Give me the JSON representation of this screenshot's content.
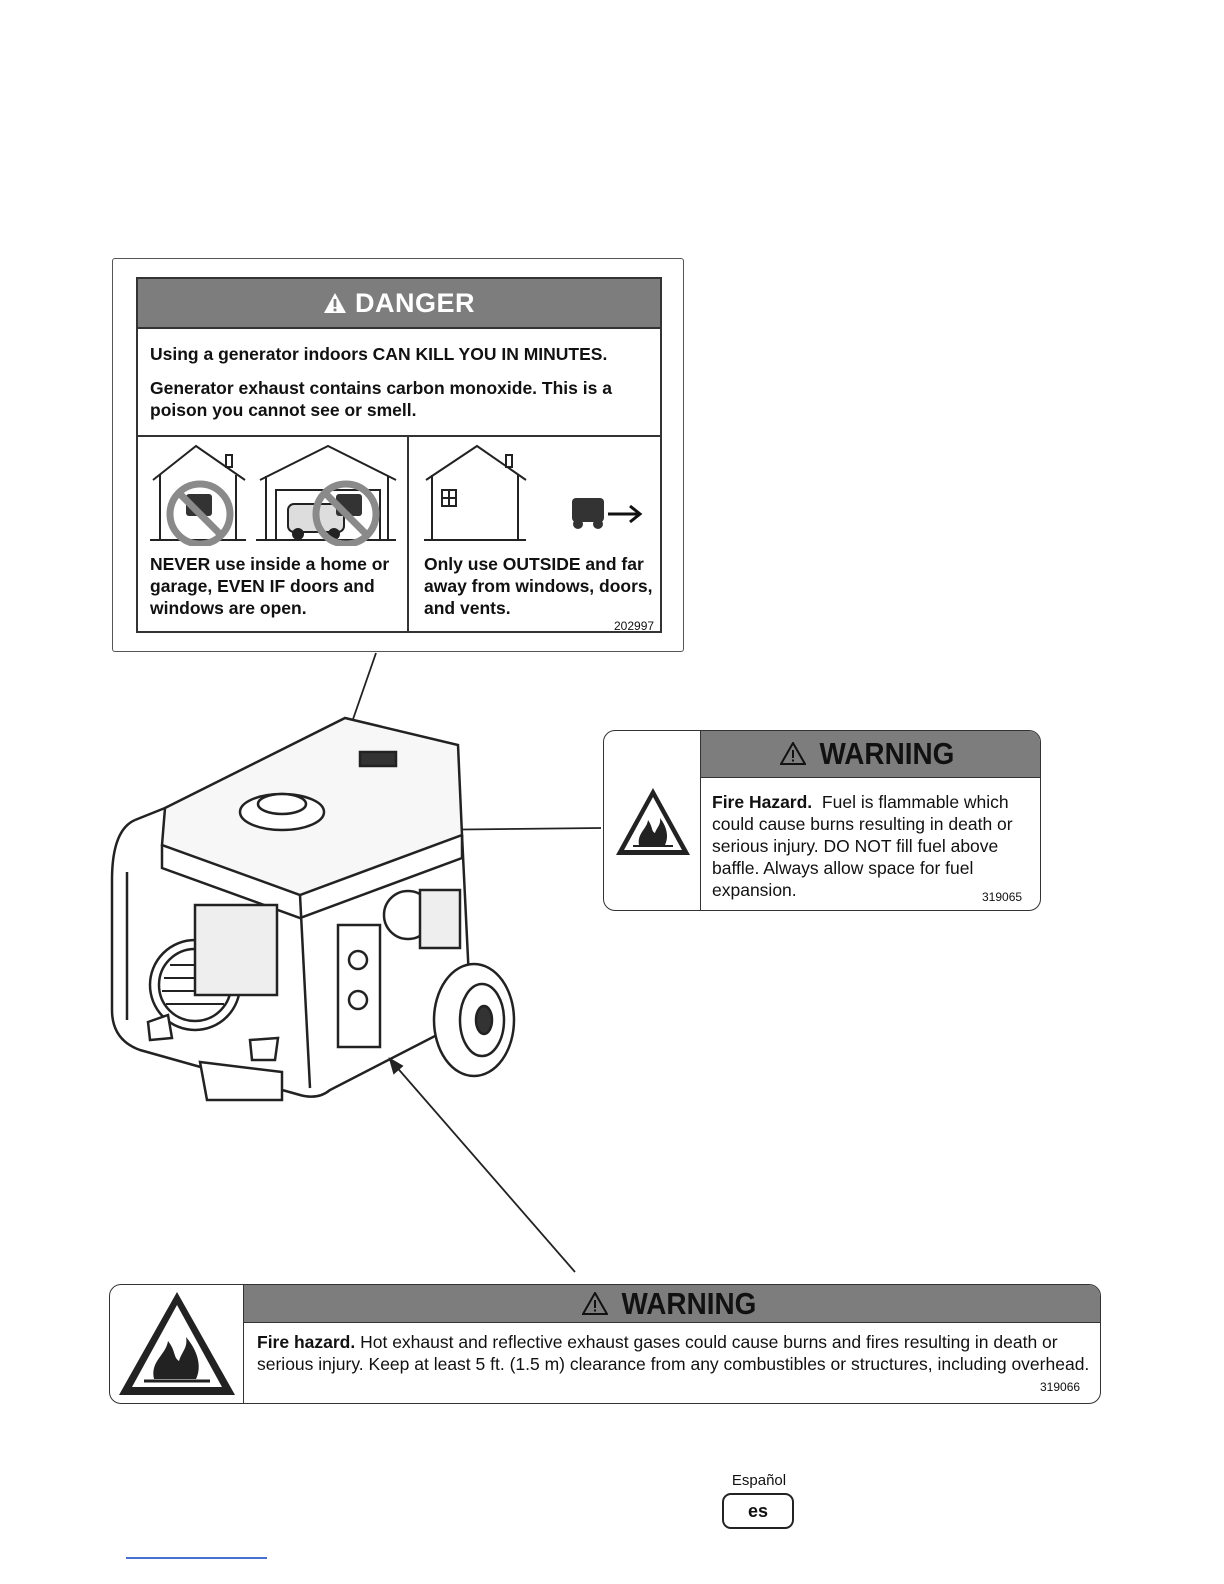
{
  "danger_label": {
    "title": "DANGER",
    "line1": "Using a generator indoors CAN KILL YOU IN MINUTES.",
    "line2": "Generator exhaust contains carbon monoxide. This is a poison you cannot see or smell.",
    "left_panel_text": "NEVER use inside a home or garage, EVEN IF doors and windows are open.",
    "right_panel_text": "Only use OUTSIDE and far away from windows, doors, and vents.",
    "code": "202997"
  },
  "warning_fuel": {
    "title": "WARNING",
    "lead": "Fire Hazard.",
    "text": "Fuel is flammable which could cause burns resulting in death or serious injury.  DO NOT fill fuel above baffle.  Always allow space for fuel expansion.",
    "code": "319065"
  },
  "warning_exhaust": {
    "title": "WARNING",
    "lead": "Fire hazard.",
    "text": "Hot exhaust and reflective exhaust gases could cause burns and fires resulting in death or serious injury.  Keep at least 5 ft. (1.5 m) clearance from any combustibles or structures, including overhead.",
    "code": "319066"
  },
  "language": {
    "label": "Español",
    "code": "es"
  },
  "icons": [
    "alert-triangle-icon",
    "fire-hazard-icon",
    "house-icon",
    "garage-icon",
    "prohibited-icon",
    "generator-icon",
    "arrow-right-icon"
  ]
}
